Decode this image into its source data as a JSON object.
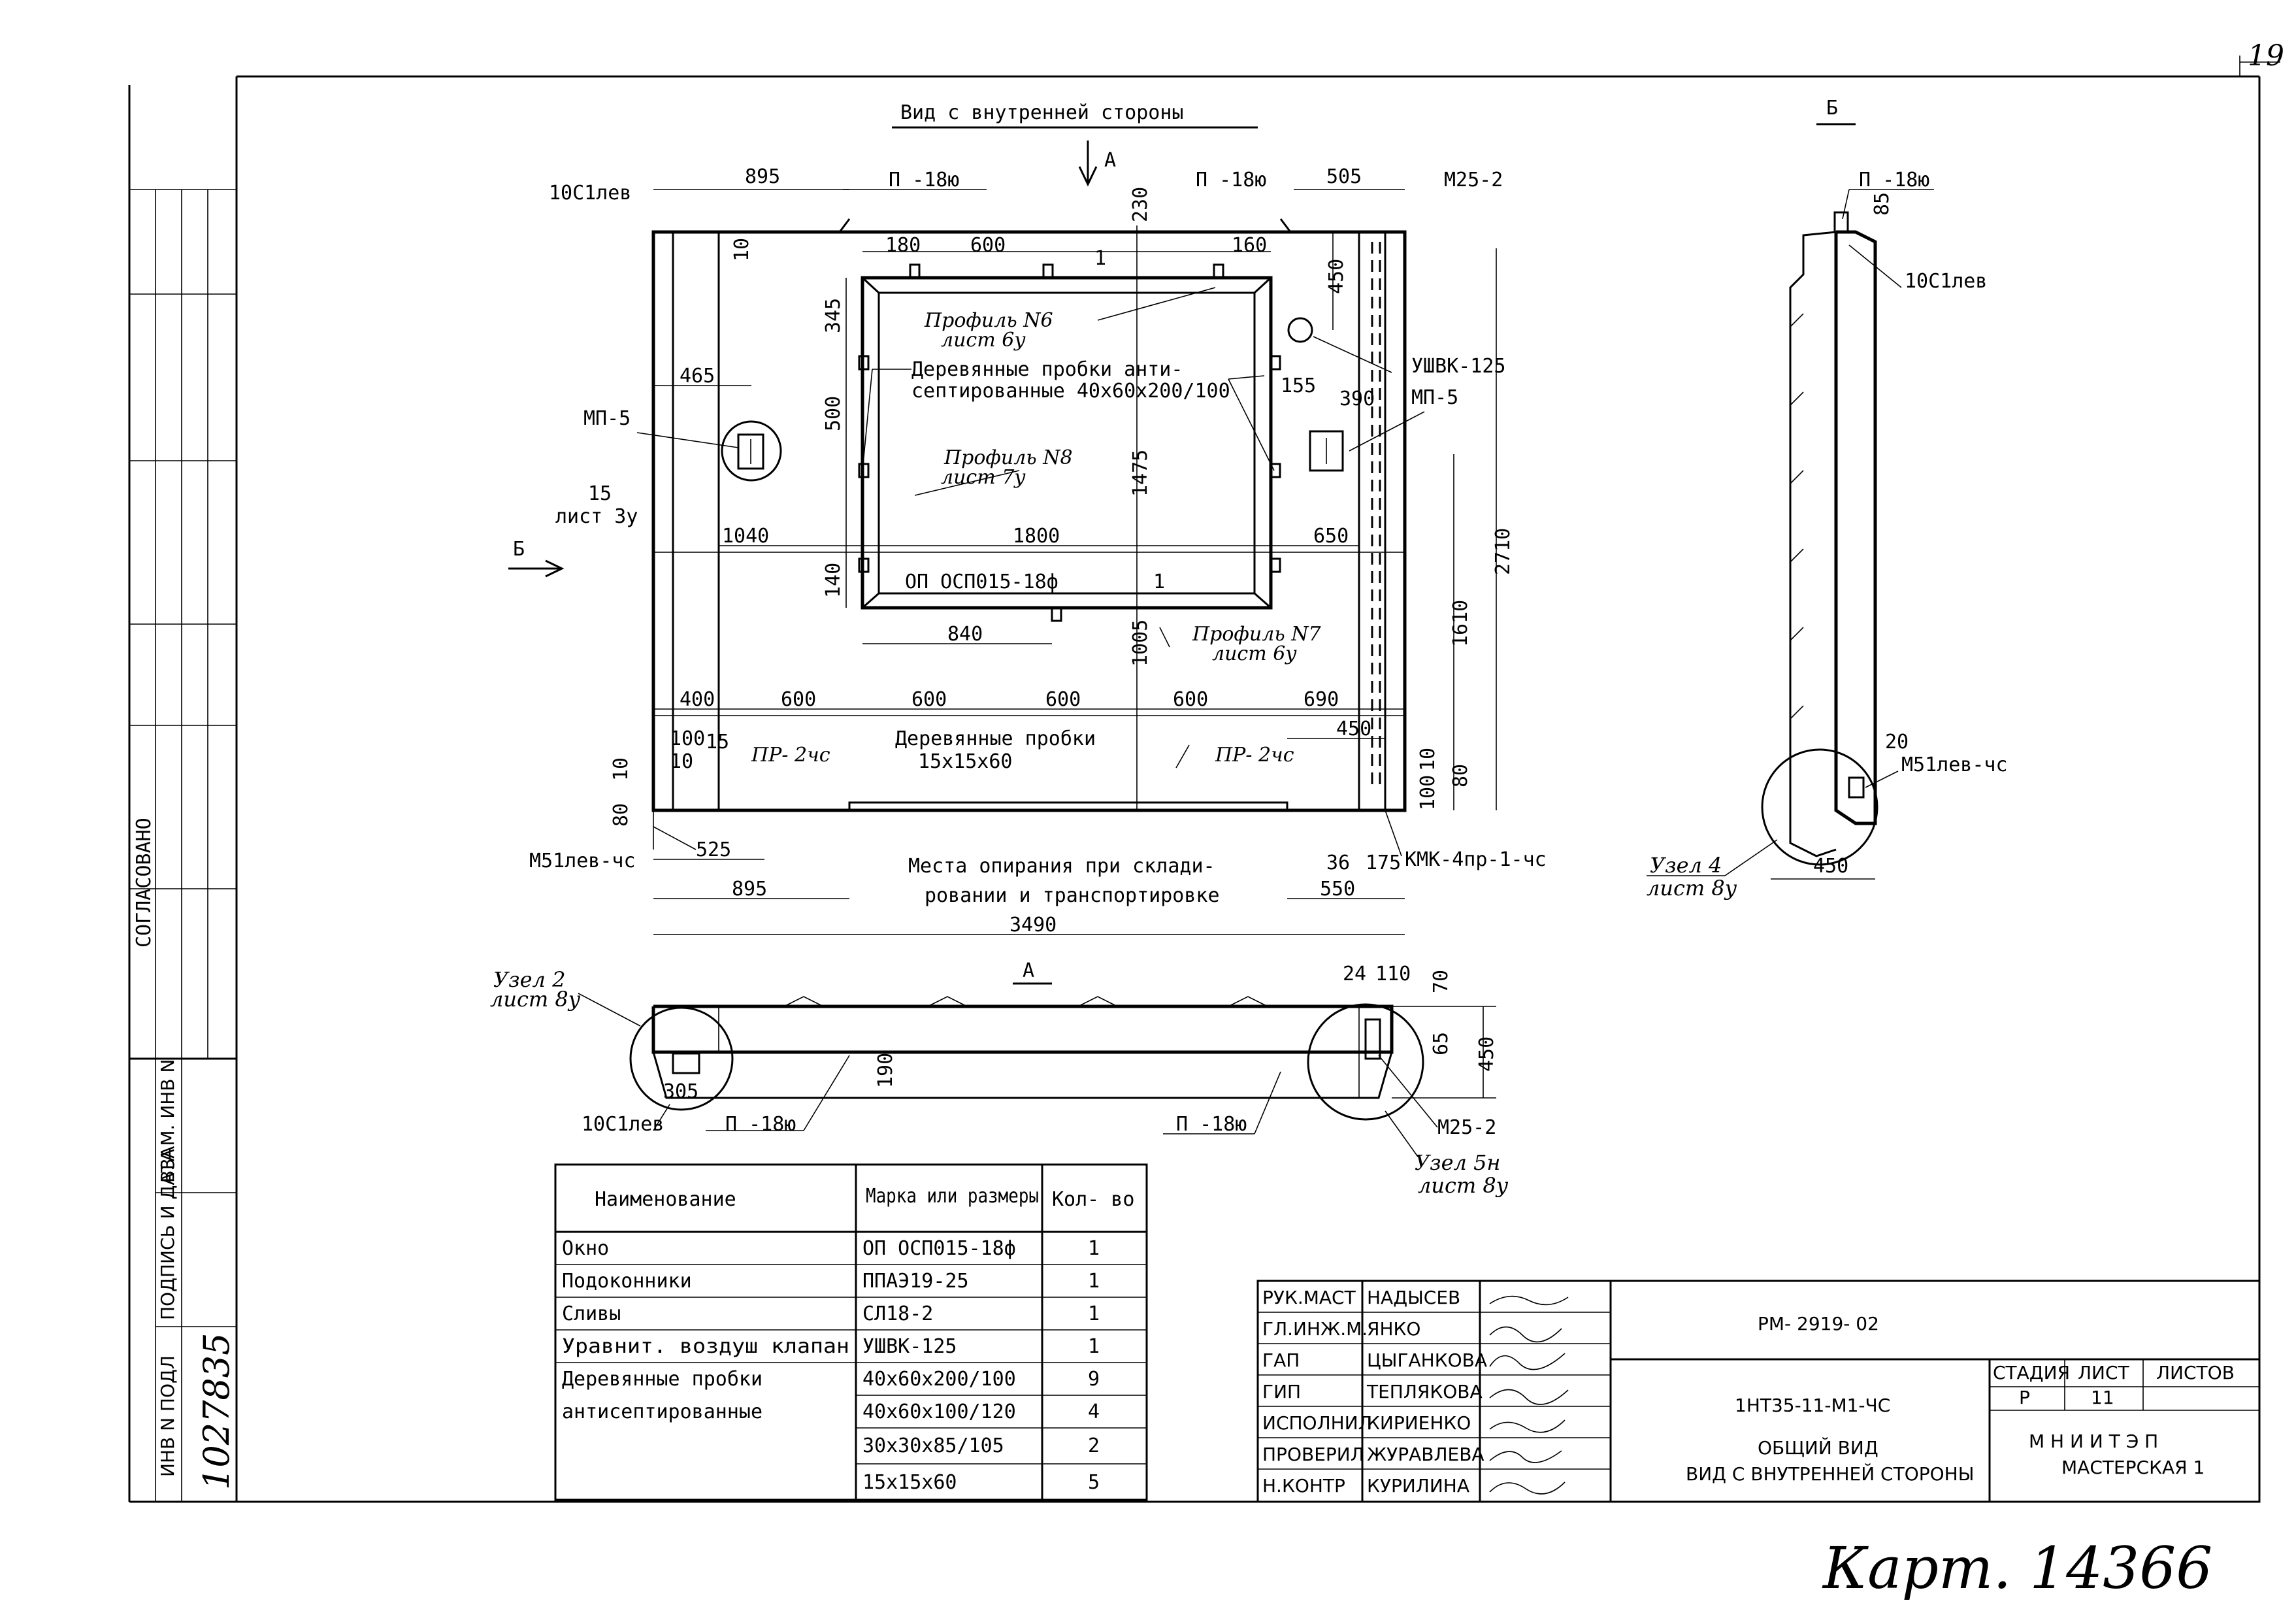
{
  "sheet_corner": "19",
  "side_stamp": {
    "agreed": "СОГЛАСОВАНО",
    "inv_replace": "ВЗАМ. ИНВ N",
    "sign_date": "ПОДПИСЬ И ДАТА",
    "inv_orig": "ИНВ N ПОДЛ",
    "inv_number": "1027835"
  },
  "main_view": {
    "title": "Вид с внутренней стороны",
    "arrow_a": "А",
    "arrow_b": "Б",
    "labels": {
      "lintel_left": "П -18ю",
      "lintel_right": "П -18ю",
      "anchor_right": "М25-2",
      "corner_left": "10С1лев",
      "mp5_left": "МП-5",
      "mp5_right": "МП-5",
      "ushvk": "УШВК-125",
      "note15": "15",
      "sheet3": "лист 3у",
      "profile6": "Профиль N6",
      "sheet6a": "лист 6у",
      "profile8": "Профиль N8",
      "sheet7": "лист 7у",
      "profile7": "Профиль N7",
      "sheet6b": "лист 6у",
      "plugs1": "Деревянные пробки анти-",
      "plugs2": "септированные 40х60х200/100",
      "window": "ОП ОСП015-18ф",
      "one_a": "1",
      "one_b": "1",
      "plugs_small1": "Деревянные пробки",
      "plugs_small2": "15х15х60",
      "pr_left": "ПР- 2чс",
      "pr_right": "ПР- 2чс",
      "m51_left": "М51лев-чс",
      "kmk": "КМК-4пр-1-чс",
      "support1": "Места опирания при склади-",
      "support2": "ровании и транспортировке"
    },
    "dims": {
      "d895_top": "895",
      "d505": "505",
      "d230": "230",
      "d10": "10",
      "d180": "180",
      "d600_top": "600",
      "d160": "160",
      "d345": "345",
      "d450_top": "450",
      "d465": "465",
      "d500": "500",
      "d1475": "1475",
      "d155": "155",
      "d390": "390",
      "d1040": "1040",
      "d1800": "1800",
      "d650": "650",
      "d2710": "2710",
      "d140": "140",
      "d840": "840",
      "d1005": "1005",
      "d1610": "1610",
      "d400": "400",
      "d600a": "600",
      "d600b": "600",
      "d600c": "600",
      "d600d": "600",
      "d690": "690",
      "d100a": "100",
      "d15": "15",
      "d10b": "10",
      "d450b": "450",
      "d10c": "10",
      "d80a": "80",
      "d100b": "100",
      "d80b": "80",
      "d10d": "10",
      "d525": "525",
      "d36": "36",
      "d175": "175",
      "d895_bot": "895",
      "d550": "550",
      "d3490": "3490"
    }
  },
  "section_b": {
    "title": "Б",
    "lintel": "П -18ю",
    "d85": "85",
    "corner": "10С1лев",
    "d20": "20",
    "m51": "М51лев-чс",
    "d450": "450",
    "node": "Узел 4",
    "sheet": "лист 8у"
  },
  "section_a": {
    "title": "А",
    "node2": "Узел 2",
    "sheet2": "лист 8у",
    "d305": "305",
    "corner": "10С1лев",
    "lintel_left": "П -18ю",
    "d190": "190",
    "lintel_right": "П -18ю",
    "d24": "24",
    "d110": "110",
    "d70": "70",
    "d65": "65",
    "d450": "450",
    "anchor": "М25-2",
    "node5": "Узел 5н",
    "sheet5": "лист 8у"
  },
  "spec_table": {
    "headers": [
      "Наименование",
      "Марка или размеры",
      "Кол- во"
    ],
    "rows": [
      [
        "Окно",
        "ОП ОСП015-18ф",
        "1"
      ],
      [
        "Подоконники",
        "ППАЭ19-25",
        "1"
      ],
      [
        "Сливы",
        "СЛ18-2",
        "1"
      ],
      [
        "Уравнит. воздуш клапан",
        "УШВК-125",
        "1"
      ],
      [
        "Деревянные пробки",
        "40х60х200/100",
        "9"
      ],
      [
        "антисептированные",
        "40х60х100/120",
        "4"
      ],
      [
        "",
        "30х30х85/105",
        "2"
      ],
      [
        "",
        "15х15х60",
        "5"
      ]
    ]
  },
  "title_block": {
    "roles": [
      "РУК.МАСТ",
      "ГЛ.ИНЖ.М.",
      "ГАП",
      "ГИП",
      "ИСПОЛНИЛ",
      "ПРОВЕРИЛ",
      "Н.КОНТР"
    ],
    "names": [
      "НАДЫСЕВ",
      "ЯНКО",
      "ЦЫГАНКОВА",
      "ТЕПЛЯКОВА",
      "КИРИЕНКО",
      "ЖУРАВЛЕВА",
      "КУРИЛИНА"
    ],
    "doc_code": "РМ- 2919- 02",
    "panel": "1НТ35-11-М1-ЧС",
    "desc1": "ОБЩИЙ ВИД",
    "desc2": "ВИД С ВНУТРЕННЕЙ СТОРОНЫ",
    "stage_h": "СТАДИЯ",
    "sheet_h": "ЛИСТ",
    "sheets_h": "ЛИСТОВ",
    "stage": "Р",
    "sheet": "11",
    "org": "М Н И И Т Э П",
    "dept": "МАСТЕРСКАЯ 1"
  },
  "handwritten": "Карт. 14366"
}
